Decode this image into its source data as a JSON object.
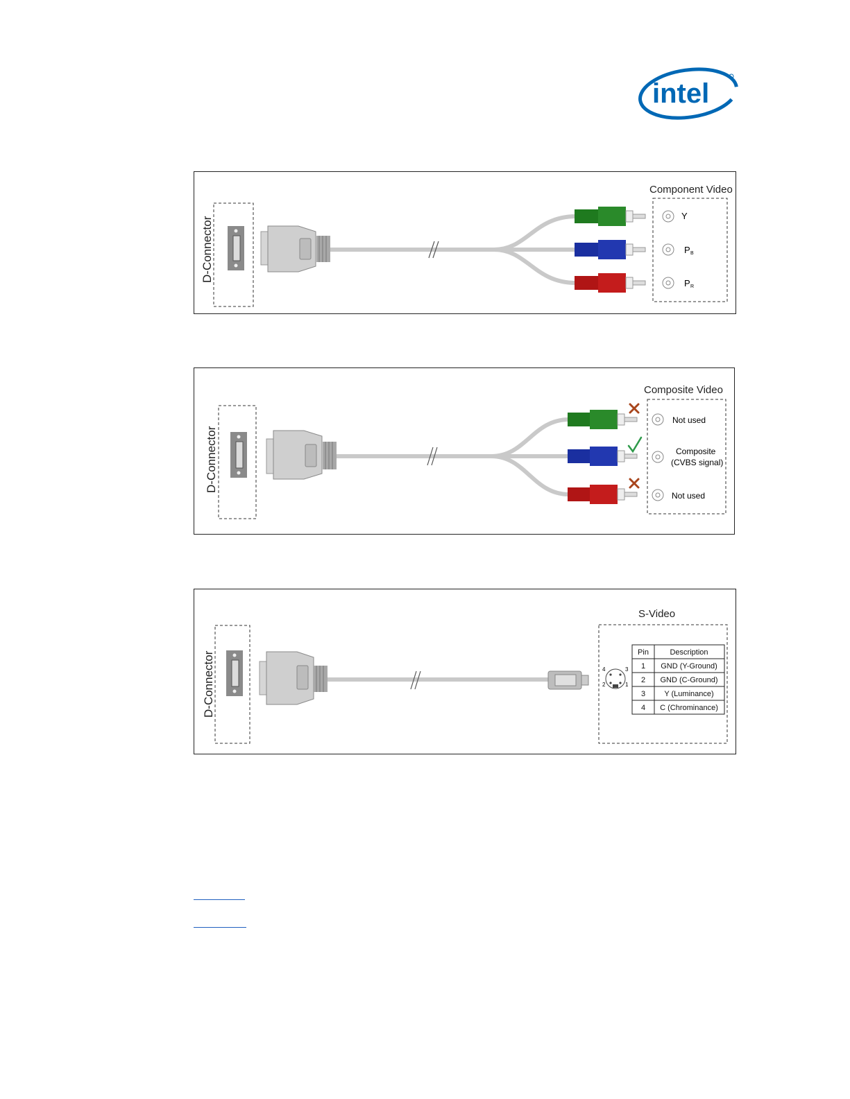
{
  "brand": {
    "logo_text": "intel",
    "color": "#0068b5"
  },
  "figures": [
    {
      "id": "component",
      "connector_label": "D-Connector",
      "box_title": "Component Video",
      "jacks": [
        {
          "label": "Y",
          "color": "#1f7a1f"
        },
        {
          "label": "P",
          "sub": "B",
          "color": "#1a2fa0"
        },
        {
          "label": "P",
          "sub": "R",
          "color": "#b01515"
        }
      ]
    },
    {
      "id": "composite",
      "connector_label": "D-Connector",
      "box_title": "Composite Video",
      "jacks": [
        {
          "label": "Not used",
          "mark": "x",
          "color": "#1f7a1f"
        },
        {
          "label": "Composite",
          "label2": "(CVBS signal)",
          "mark": "check",
          "color": "#1a2fa0"
        },
        {
          "label": "Not used",
          "mark": "x",
          "color": "#b01515"
        }
      ]
    },
    {
      "id": "svideo",
      "connector_label": "D-Connector",
      "box_title": "S-Video",
      "pinout": {
        "headers": [
          "Pin",
          "Description"
        ],
        "rows": [
          [
            "1",
            "GND (Y-Ground)"
          ],
          [
            "2",
            "GND (C-Ground)"
          ],
          [
            "3",
            "Y (Luminance)"
          ],
          [
            "4",
            "C (Chrominance)"
          ]
        ],
        "pin_numbers": [
          "4",
          "3",
          "2",
          "1"
        ]
      }
    }
  ],
  "colors": {
    "mark_x": "#a8451c",
    "mark_check": "#2e9a4a",
    "cable": "#c9c9c9",
    "link": "#1f5fbf"
  }
}
